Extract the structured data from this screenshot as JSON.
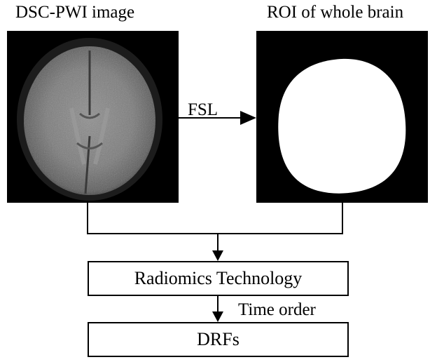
{
  "diagram": {
    "left_image_label": "DSC-PWI image",
    "right_image_label": "ROI of whole brain",
    "arrow_label": "FSL",
    "process_box": "Radiomics Technology",
    "edge_label": "Time order",
    "output_box": "DRFs"
  }
}
